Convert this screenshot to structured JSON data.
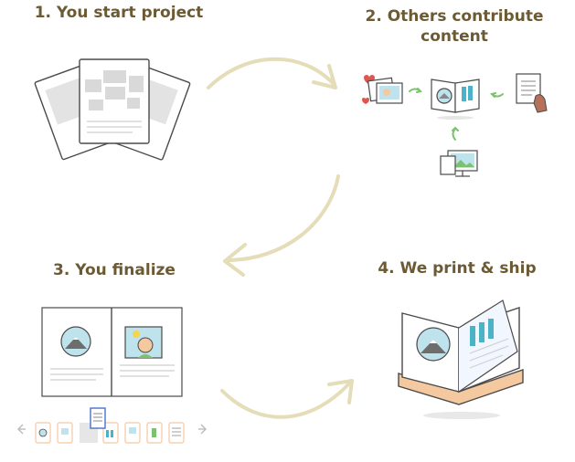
{
  "steps": [
    {
      "title": "1. You start project"
    },
    {
      "title_line1": "2. Others contribute",
      "title_line2": "content"
    },
    {
      "title": "3. You finalize"
    },
    {
      "title": "4. We print & ship"
    }
  ],
  "colors": {
    "title": "#6b5a34",
    "arrow": "#e5dcb8",
    "paper_stroke": "#4a4a4a",
    "placeholder": "#d9d9d9",
    "accent_orange": "#f4c9a0",
    "accent_blue": "#4bb3c8",
    "green_arrow": "#7bc26e",
    "heart": "#e2554f"
  },
  "icons": [
    "curved-arrow-icon",
    "heart-icon",
    "photo-icon",
    "book-icon",
    "document-icon",
    "hand-icon",
    "computer-icon",
    "mountain-icon",
    "face-icon",
    "chevron-left-icon",
    "chevron-right-icon"
  ]
}
